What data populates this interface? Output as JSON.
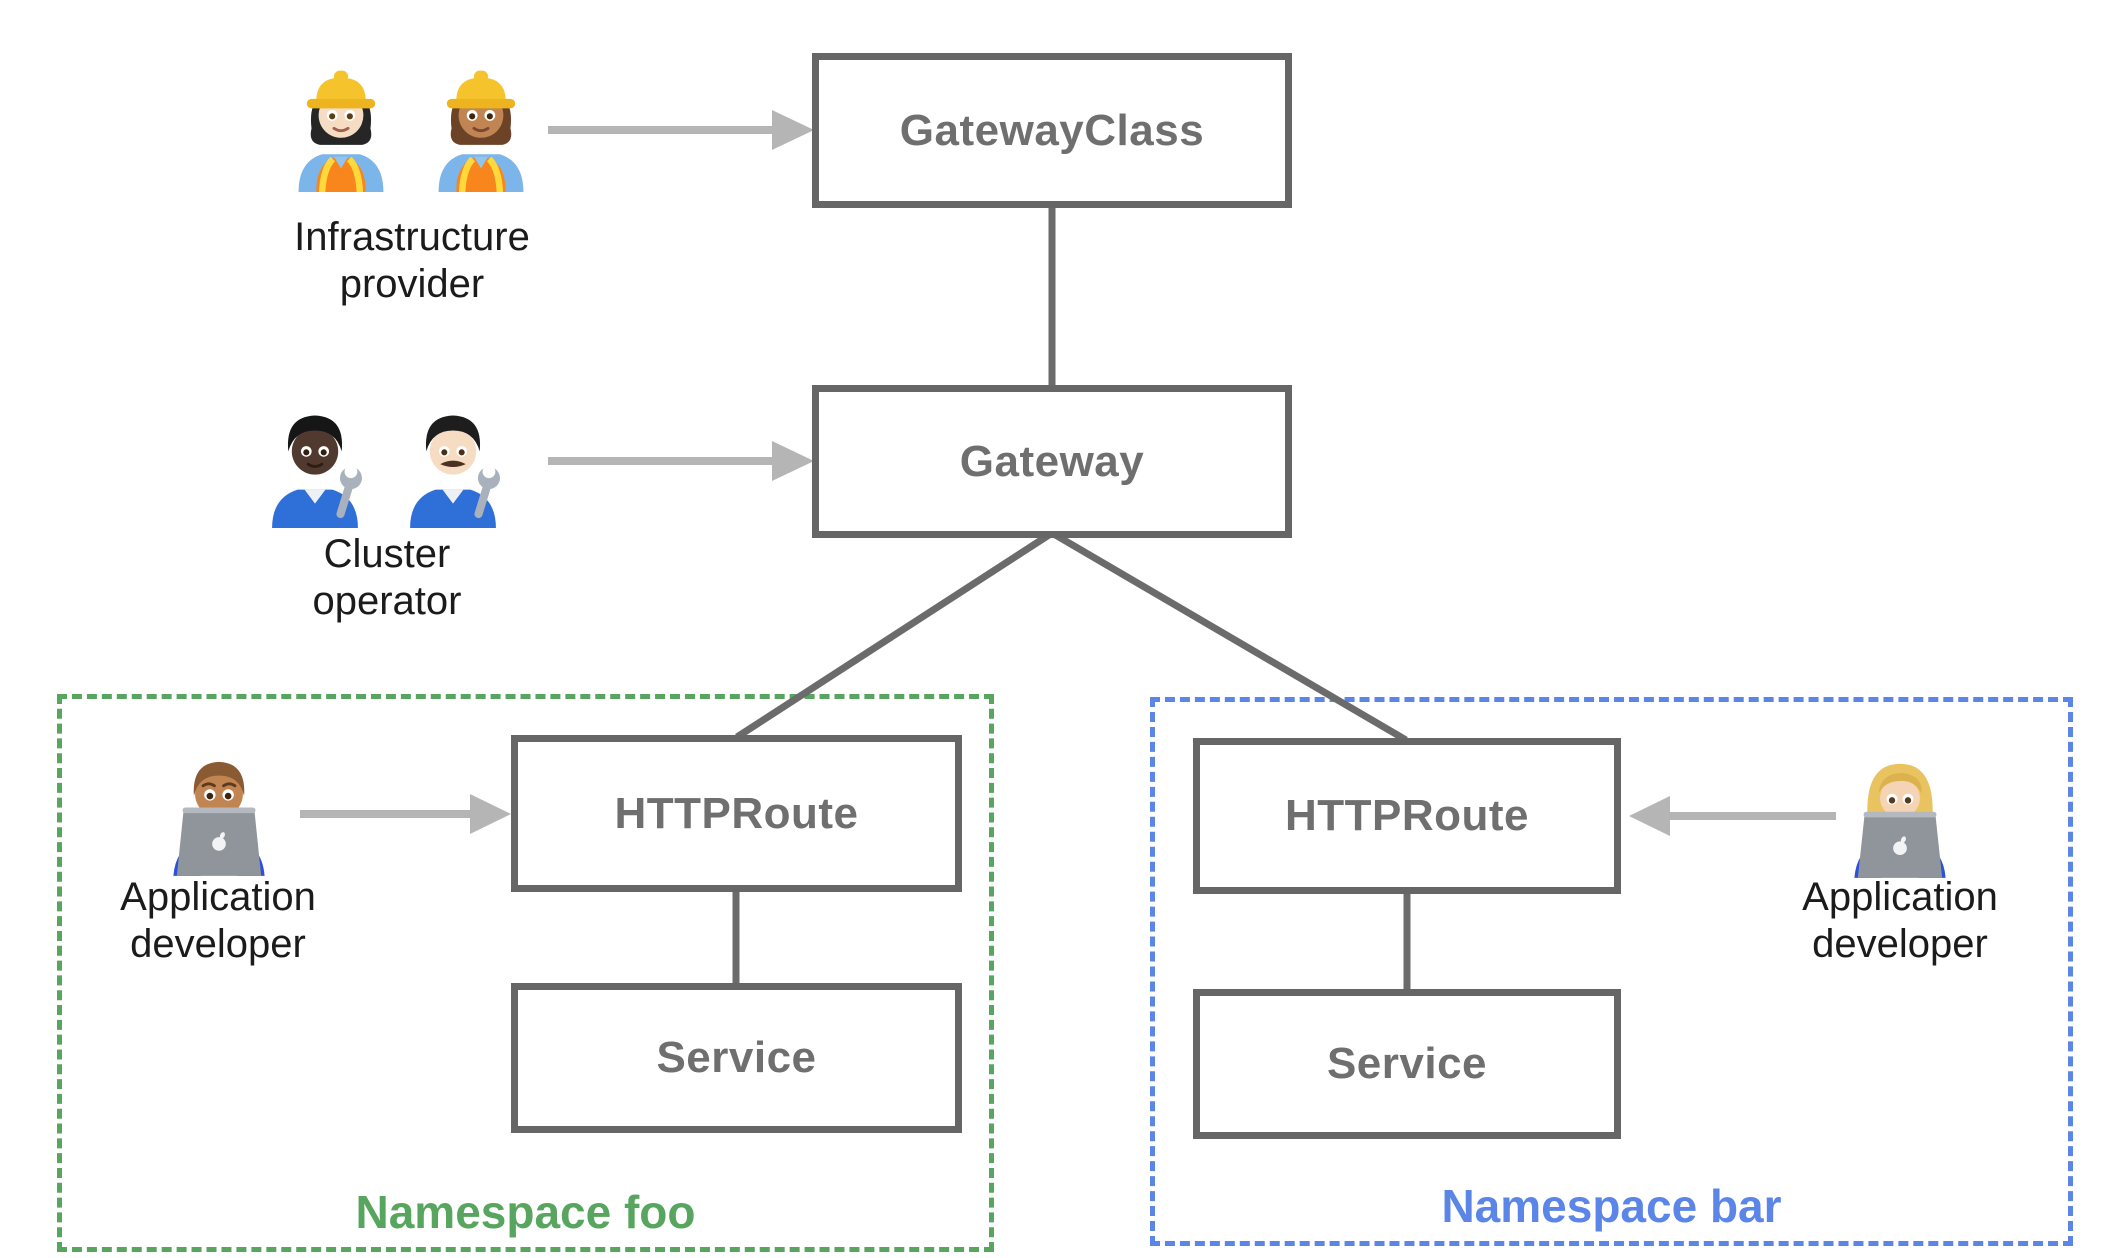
{
  "palette": {
    "node_border": "#666666",
    "node_label_gray": "#6f6f6f",
    "connector_gray": "#6b6b6b",
    "arrow_gray": "#b5b5b5",
    "persona_label_black": "#1b1b1b",
    "namespace_foo_green": "#57a55e",
    "namespace_bar_blue": "#5b86e8"
  },
  "nodes": {
    "gatewayclass": "GatewayClass",
    "gateway": "Gateway",
    "httproute_foo": "HTTPRoute",
    "service_foo": "Service",
    "httproute_bar": "HTTPRoute",
    "service_bar": "Service"
  },
  "namespaces": {
    "foo": "Namespace foo",
    "bar": "Namespace bar"
  },
  "personas": {
    "infrastructure_provider": {
      "label": "Infrastructure provider",
      "emojis": "👷🏻‍♀️ 👷🏽‍♀️"
    },
    "cluster_operator": {
      "label": "Cluster operator",
      "emojis": "🧑🏿‍🔧 👨🏻‍🔧"
    },
    "application_developer_foo": {
      "label": "Application developer",
      "emojis": "👨🏽‍💻"
    },
    "application_developer_bar": {
      "label": "Application developer",
      "emojis": "👩🏼‍💻"
    }
  }
}
